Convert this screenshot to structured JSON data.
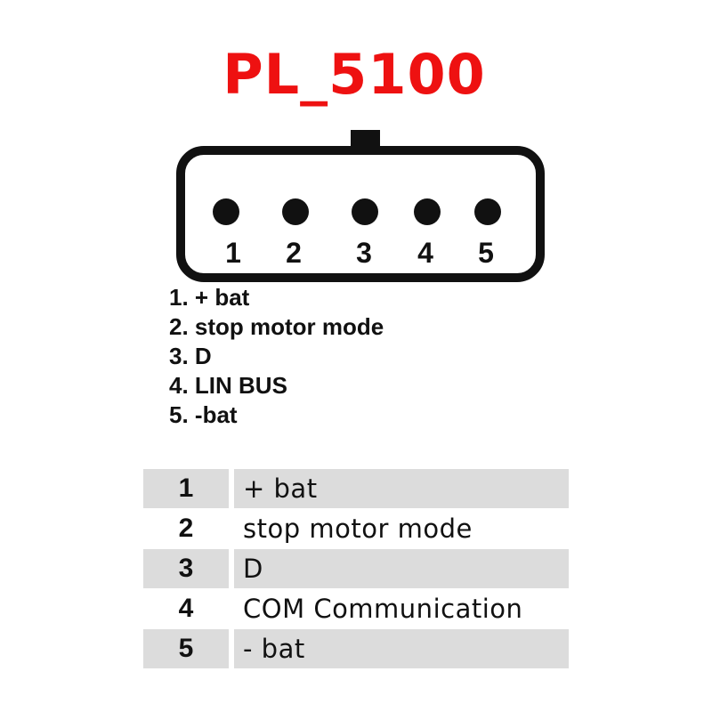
{
  "title": {
    "text": "PL_5100",
    "color": "#ee1111"
  },
  "connector": {
    "outline_color": "#111111",
    "pin_count": 5,
    "pins": [
      {
        "number": "1"
      },
      {
        "number": "2"
      },
      {
        "number": "3"
      },
      {
        "number": "4"
      },
      {
        "number": "5"
      }
    ]
  },
  "legend": {
    "items": [
      {
        "text": "1. + bat"
      },
      {
        "text": "2. stop motor mode"
      },
      {
        "text": "3. D"
      },
      {
        "text": "4. LIN BUS"
      },
      {
        "text": "5. -bat"
      }
    ]
  },
  "pin_table": {
    "shade_color": "#dcdcdc",
    "rows": [
      {
        "number": "1",
        "label": "+ bat",
        "shaded": true
      },
      {
        "number": "2",
        "label": "stop motor mode",
        "shaded": false
      },
      {
        "number": "3",
        "label": "D",
        "shaded": true
      },
      {
        "number": "4",
        "label": "COM Communication",
        "shaded": false
      },
      {
        "number": "5",
        "label": "- bat",
        "shaded": true
      }
    ]
  }
}
